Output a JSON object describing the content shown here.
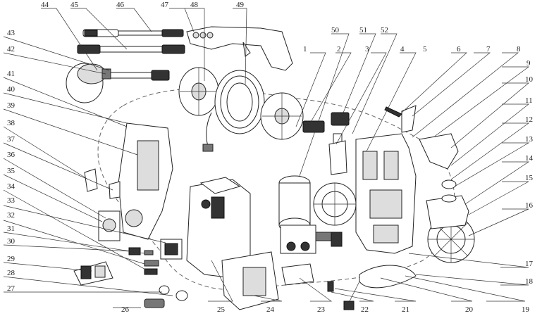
{
  "diagram": {
    "part_numbers": [
      "1",
      "2",
      "3",
      "4",
      "5",
      "6",
      "7",
      "8",
      "9",
      "10",
      "11",
      "12",
      "13",
      "14",
      "15",
      "16",
      "17",
      "18",
      "19",
      "20",
      "21",
      "22",
      "23",
      "24",
      "25",
      "26",
      "27",
      "28",
      "29",
      "30",
      "31",
      "32",
      "33",
      "34",
      "35",
      "36",
      "37",
      "38",
      "39",
      "40",
      "41",
      "42",
      "43",
      "44",
      "45",
      "46",
      "47",
      "48",
      "49",
      "50",
      "51",
      "52"
    ]
  }
}
